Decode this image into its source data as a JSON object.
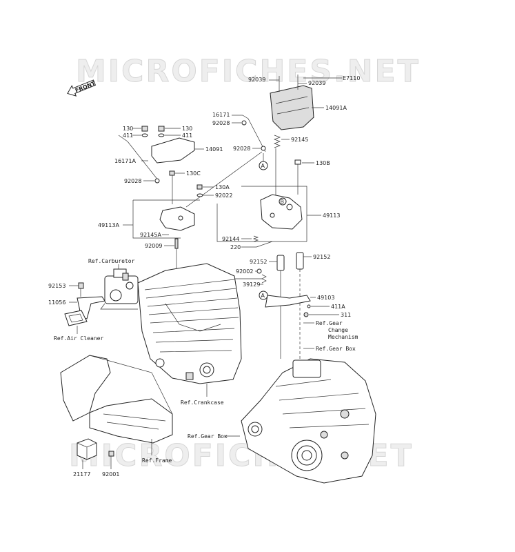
{
  "watermark": "MICROFICHES.NET",
  "front_label": "FRONT",
  "circle_markers": {
    "a": "A",
    "b": "B"
  },
  "part_labels": {
    "p92039a": "92039",
    "p92039b": "92039",
    "pE7110": "E7110",
    "p14091A": "14091A",
    "p16171": "16171",
    "p92028a": "92028",
    "p92028b": "92028",
    "p92145": "92145",
    "p130a": "130",
    "p130b": "130",
    "p411a": "411",
    "p411b": "411",
    "p14091": "14091",
    "p16171A": "16171A",
    "p130C": "130C",
    "p130B": "130B",
    "p92028c": "92028",
    "p130A": "130A",
    "p92022": "92022",
    "p49113A": "49113A",
    "p49113": "49113",
    "p92145A": "92145A",
    "p92009": "92009",
    "p92144": "92144",
    "p220": "220",
    "p92152a": "92152",
    "p92152b": "92152",
    "p92153": "92153",
    "p92002": "92002",
    "p39129": "39129",
    "p49103": "49103",
    "p411A": "411A",
    "p311": "311",
    "p11056": "11056",
    "p21177": "21177",
    "p92001": "92001"
  },
  "ref_labels": {
    "carburetor": "Ref.Carburetor",
    "air_cleaner": "Ref.Air Cleaner",
    "gear_change_1": "Ref.Gear",
    "gear_change_2": "Change",
    "gear_change_3": "Mechanism",
    "gear_box_a": "Ref.Gear Box",
    "crankcase": "Ref.Crankcase",
    "gear_box_b": "Ref.Gear Box",
    "frame": "Ref.Frame"
  }
}
